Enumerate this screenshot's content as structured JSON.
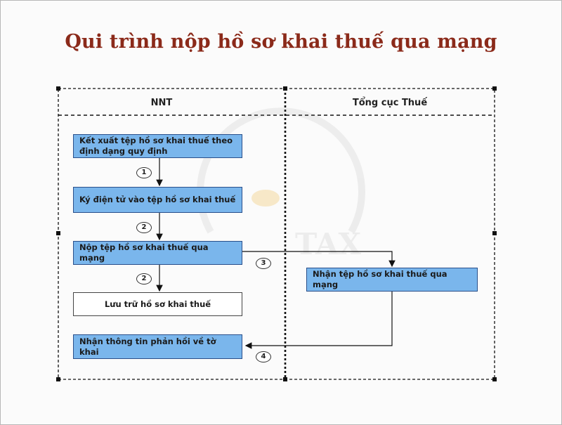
{
  "title": "Qui trình nộp hồ sơ khai thuế qua mạng",
  "lanes": {
    "left": "NNT",
    "right": "Tổng cục Thuế"
  },
  "boxes": {
    "export": "Kết xuất tệp hồ sơ khai thuế theo định dạng quy định",
    "sign": "Ký điện tử vào tệp hồ sơ khai thuế",
    "submit": "Nộp tệp hồ sơ khai thuế qua mạng",
    "store": "Lưu trữ hồ sơ khai thuế",
    "feedback": "Nhận thông tin phản hồi về tờ khai",
    "receive": "Nhận tệp hồ sơ khai thuế qua mạng"
  },
  "steps": {
    "s1": "1",
    "s2a": "2",
    "s2b": "2",
    "s3": "3",
    "s4": "4"
  },
  "colors": {
    "title": "#8b2a1a",
    "box_fill": "#7ab6ec",
    "box_border": "#2a4f8a"
  }
}
